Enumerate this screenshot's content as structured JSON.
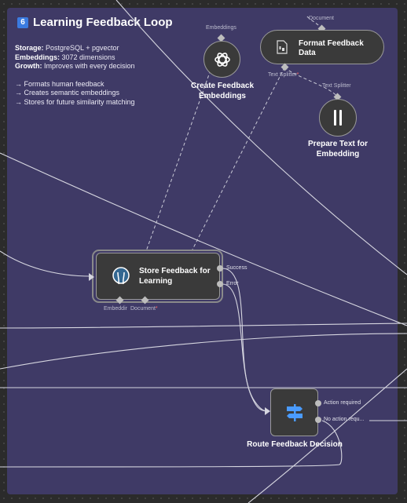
{
  "note": {
    "badge": "6",
    "title": "Learning Feedback Loop",
    "storage_key": "Storage:",
    "storage_val": " PostgreSQL + pgvector",
    "embeddings_key": "Embeddings:",
    "embeddings_val": " 3072 dimensions",
    "growth_key": "Growth:",
    "growth_val": " Improves with every decision",
    "bullets": [
      "→ Formats human feedback",
      "→ Creates semantic embeddings",
      "→ Stores for future similarity matching"
    ]
  },
  "nodes": {
    "create_embeddings": {
      "label": "Create Feedback Embeddings",
      "top_port": "Embeddings",
      "icon": "openai-icon"
    },
    "format_feedback": {
      "label": "Format Feedback Data",
      "top_port": "Document",
      "bottom_port": "Text Splitter",
      "icon": "document-icon"
    },
    "prepare_text": {
      "label": "Prepare Text for Embedding",
      "top_port": "Text Splitter",
      "icon": "split-icon"
    },
    "store_feedback": {
      "label": "Store Feedback for Learning",
      "out_success": "Success",
      "out_error": "Error",
      "bottom_ports": [
        "Embeddir",
        "Document"
      ],
      "icon": "postgres-icon"
    },
    "route_decision": {
      "label": "Route Feedback Decision",
      "out_1": "Action required",
      "out_2": "No action requ...",
      "icon": "signpost-icon"
    }
  },
  "colors": {
    "canvas": "#2b2b2b",
    "sticky": "#3f3a66",
    "node_bg": "#3a3a3a",
    "wire": "#d6d6e0",
    "badge": "#3b7be0",
    "route_icon": "#4a9bff"
  }
}
